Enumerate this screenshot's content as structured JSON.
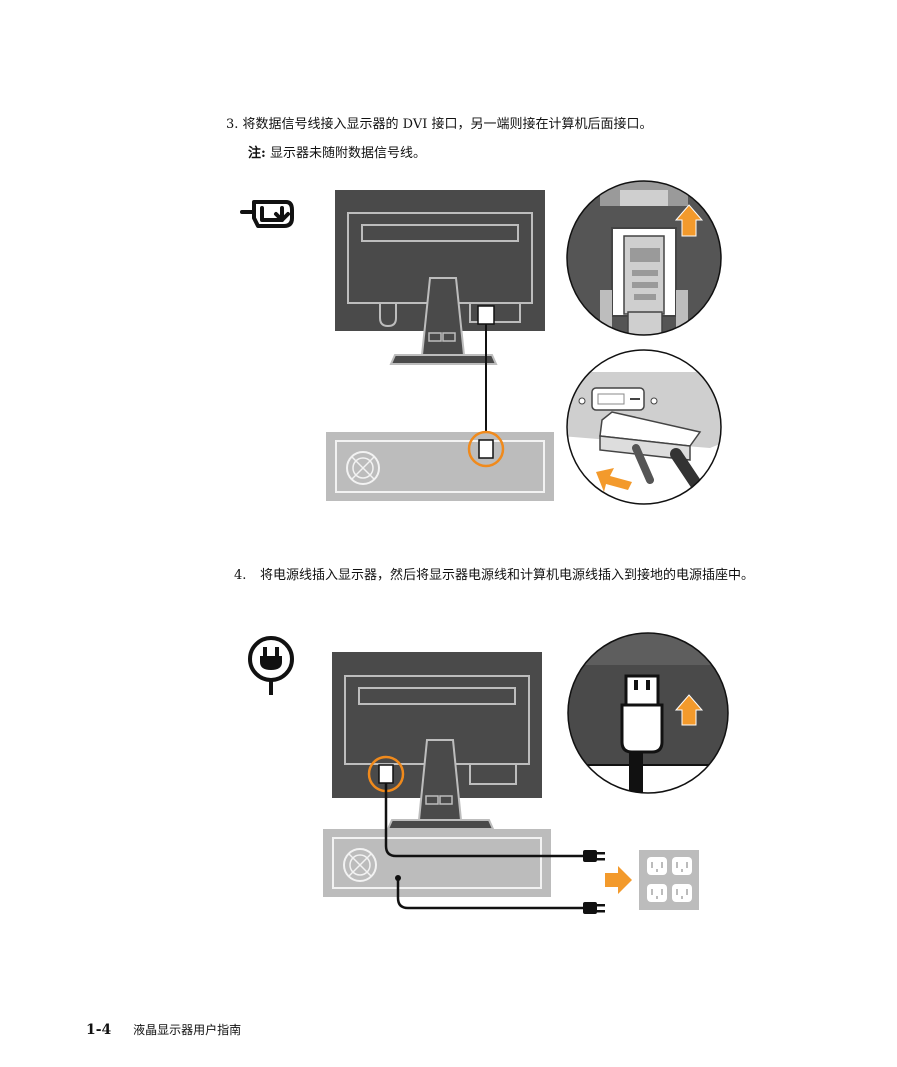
{
  "step3": {
    "number": "3.",
    "text": "将数据信号线接入显示器的 DVI 接口，另一端则接在计算机后面接口。",
    "note_label": "注:",
    "note_text": "显示器未随附数据信号线。"
  },
  "step4": {
    "number": "4.",
    "text": "将电源线插入显示器，然后将显示器电源线和计算机电源线插入到接地的电源插座中。"
  },
  "footer": {
    "page_number": "1-4",
    "title": "液晶显示器用户指南"
  },
  "icons": {
    "step3": "dvi-connector-icon",
    "step4": "power-plug-icon"
  },
  "colors": {
    "monitor": "#4a4a4a",
    "pc_case": "#bcbcbc",
    "highlight_ring": "#f08a1c",
    "arrow": "#f39a2c",
    "line": "#111111"
  }
}
